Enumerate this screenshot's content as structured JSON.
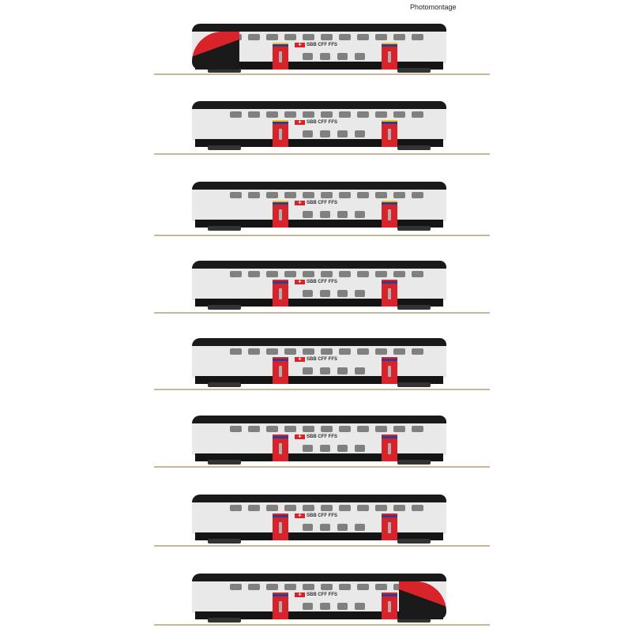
{
  "caption": "Photomontage",
  "colors": {
    "sbb_red": "#d8232a",
    "roof_black": "#1a1a1a",
    "body_white": "#e9e9e9",
    "track": "#c8b898",
    "first_class_yellow": "#f0c020",
    "stripe_blue": "#2a3f8f"
  },
  "cars": [
    {
      "type": "driving-trailer-front",
      "livery": "SBB CFF FFS",
      "class_stripe": "first"
    },
    {
      "type": "double-deck-coach",
      "livery": "SBB CFF FFS",
      "class_stripe": "first"
    },
    {
      "type": "double-deck-coach",
      "livery": "SBB CFF FFS",
      "class_stripe": "first"
    },
    {
      "type": "double-deck-coach",
      "livery": "SBB CFF FFS",
      "class_stripe": "second"
    },
    {
      "type": "double-deck-coach",
      "livery": "SBB CFF FFS",
      "class_stripe": "second"
    },
    {
      "type": "double-deck-coach",
      "livery": "SBB CFF FFS",
      "class_stripe": "second"
    },
    {
      "type": "double-deck-coach",
      "livery": "SBB CFF FFS",
      "class_stripe": "second"
    },
    {
      "type": "driving-trailer-rear",
      "livery": "SBB CFF FFS",
      "class_stripe": "second"
    }
  ]
}
